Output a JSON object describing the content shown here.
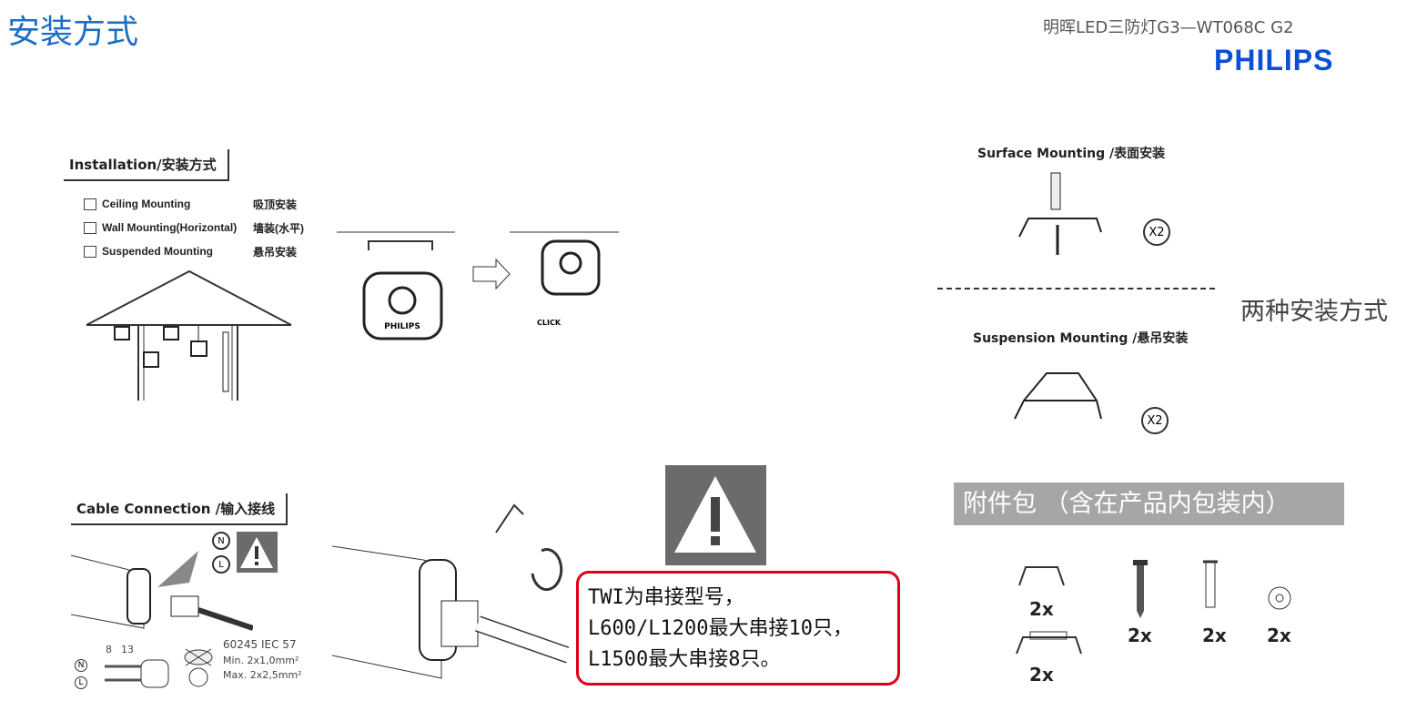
{
  "header": {
    "title": "安装方式",
    "model": "明晖LED三防灯G3—WT068C G2",
    "brand": "PHILIPS"
  },
  "installation": {
    "heading": "Installation/安装方式",
    "options": [
      {
        "en": "Ceiling Mounting",
        "cn": "吸顶安装"
      },
      {
        "en": "Wall Mounting(Horizontal)",
        "cn": "墙装(水平)"
      },
      {
        "en": "Suspended Mounting",
        "cn": "悬吊安装"
      }
    ],
    "click_label": "CLICK",
    "fixture_brand": "PHILIPS"
  },
  "mounting": {
    "surface": "Surface Mounting /表面安装",
    "suspension": "Suspension Mounting /悬吊安装",
    "qty_surface": "X2",
    "qty_suspension": "X2",
    "two_ways": "两种安装方式"
  },
  "cable": {
    "heading": "Cable Connection /输入接线",
    "n": "N",
    "l": "L",
    "strip1": "8",
    "strip2": "13",
    "standard": "60245 IEC 57",
    "min": "Min.  2x1,0mm²",
    "max": "Max. 2x2,5mm²"
  },
  "note": {
    "line1": "TWI为串接型号，",
    "line2": "L600/L1200最大串接10只，",
    "line3": "L1500最大串接8只。"
  },
  "accessories": {
    "title": "附件包 （含在产品内包装内）",
    "items": [
      {
        "name": "clip",
        "qty": "2x"
      },
      {
        "name": "bracket",
        "qty": "2x"
      },
      {
        "name": "screw",
        "qty": "2x"
      },
      {
        "name": "wall-plug",
        "qty": "2x"
      },
      {
        "name": "washer",
        "qty": "2x"
      }
    ]
  }
}
